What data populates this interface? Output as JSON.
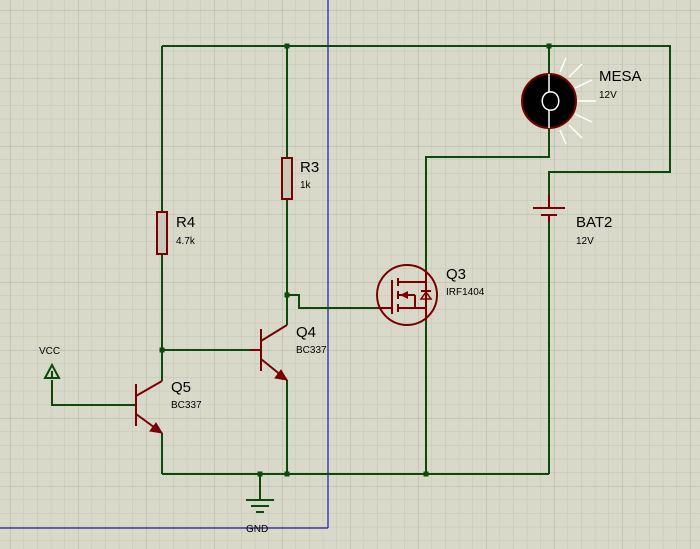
{
  "components": {
    "R4": {
      "ref": "R4",
      "value": "4.7k"
    },
    "R3": {
      "ref": "R3",
      "value": "1k"
    },
    "Q5": {
      "ref": "Q5",
      "value": "BC337"
    },
    "Q4": {
      "ref": "Q4",
      "value": "BC337"
    },
    "Q3": {
      "ref": "Q3",
      "value": "IRF1404"
    },
    "MESA": {
      "ref": "MESA",
      "value": "12V"
    },
    "BAT2": {
      "ref": "BAT2",
      "value": "12V"
    }
  },
  "terminals": {
    "vcc": "VCC",
    "gnd": "GND"
  },
  "colors": {
    "background": "#d9d9ca",
    "grid_minor": "#c4c4b5",
    "grid_major": "#b4b4a5",
    "wire": "#0b4a0b",
    "component": "#7a0000",
    "sheet_border": "#1a1aa8"
  }
}
